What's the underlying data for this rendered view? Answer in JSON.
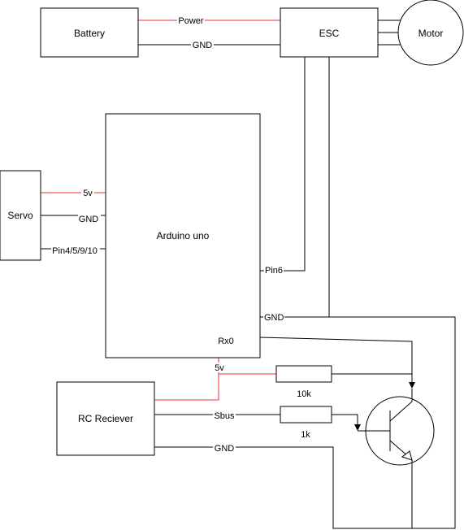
{
  "diagram": {
    "blocks": {
      "battery": "Battery",
      "esc": "ESC",
      "motor": "Motor",
      "arduino": "Arduino uno",
      "servo": "Servo",
      "rc_receiver": "RC Reciever"
    },
    "wire_labels": {
      "power": "Power",
      "gnd_battery": "GND",
      "servo_5v": "5v",
      "servo_gnd": "GND",
      "servo_pin": "Pin4/5/9/10",
      "pin6": "Pin6",
      "arduino_gnd": "GND",
      "rx0": "Rx0",
      "rc_5v": "5v",
      "sbus": "Sbus",
      "rc_gnd": "GND"
    },
    "resistors": {
      "r1": "10k",
      "r2": "1k"
    },
    "colors": {
      "power_wire": "#e8303a",
      "wire": "#000000"
    },
    "icons": {
      "transistor": "npn-transistor-icon",
      "resistor": "resistor-icon"
    }
  }
}
